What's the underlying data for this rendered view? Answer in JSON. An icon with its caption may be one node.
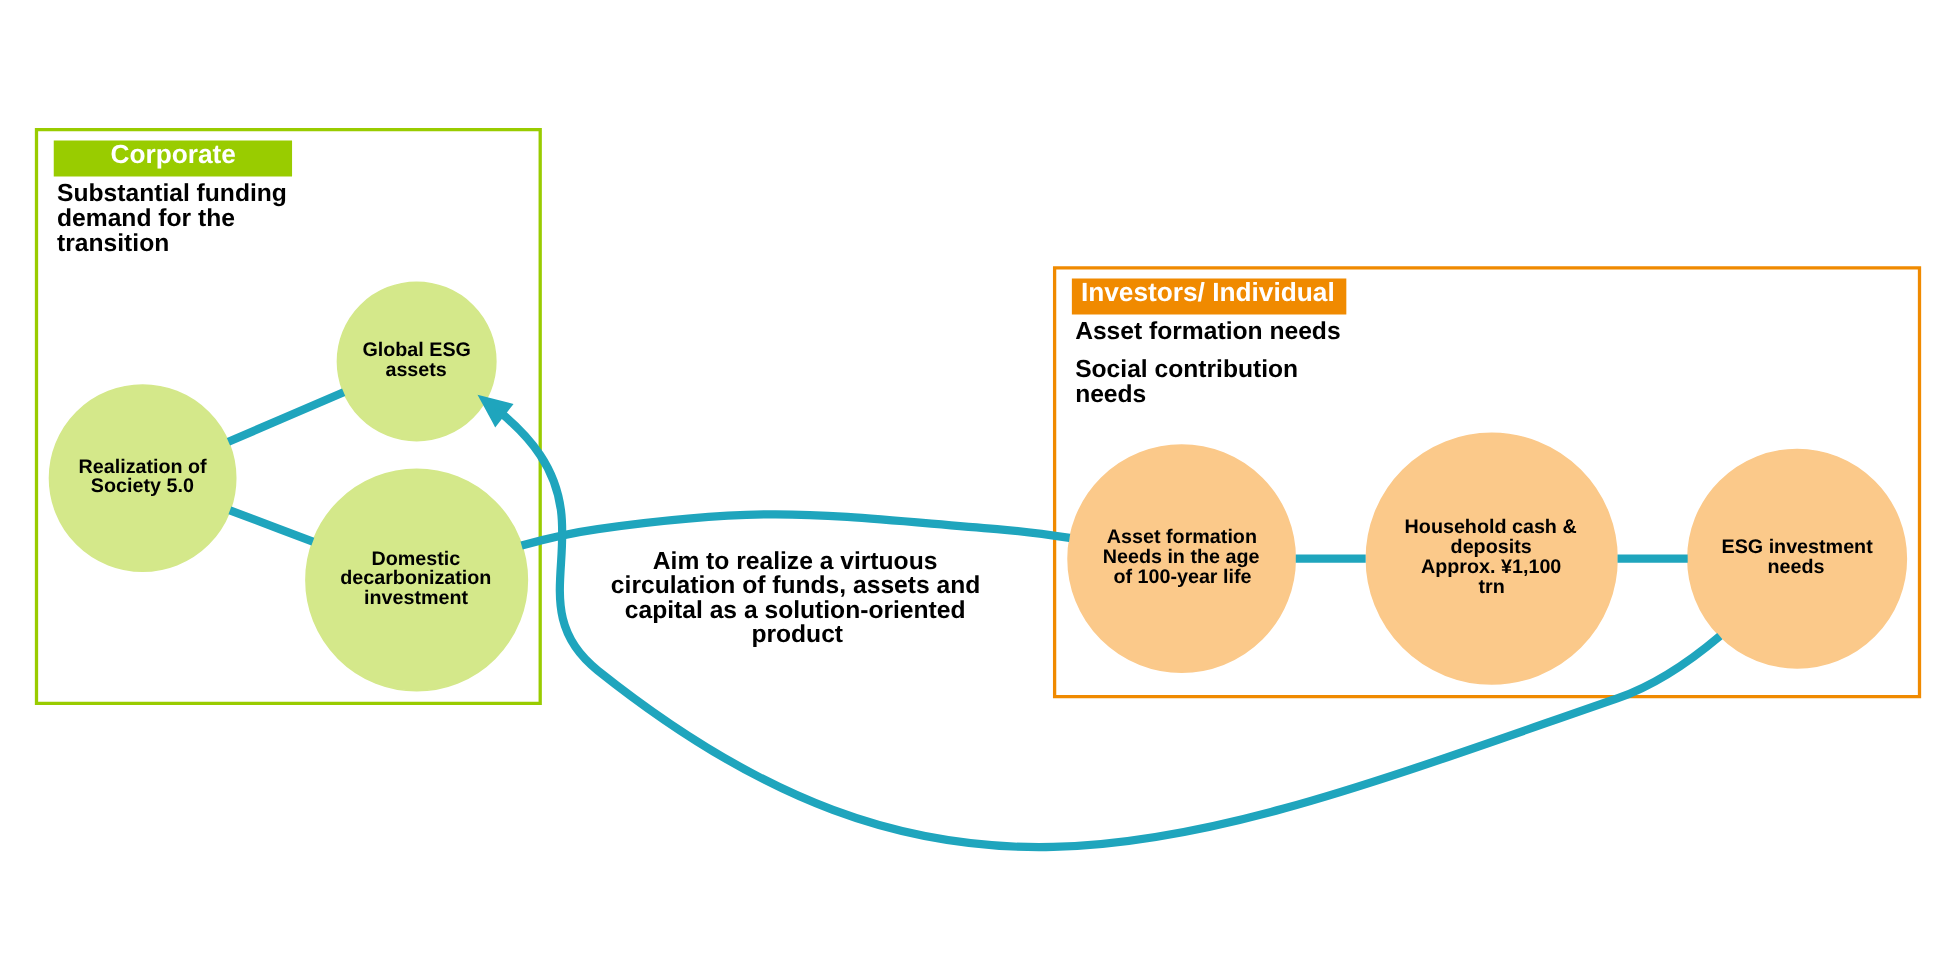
{
  "diagram": {
    "nodes": [
      {
        "text": [
          "Corporate",
          "Substantial funding demand for the transition"
        ]
      },
      {
        "text": [
          "Domestic decarbonization investment"
        ],
        "in": 0
      },
      {
        "text": [
          "Realization of Society 5.0"
        ],
        "in": 0
      },
      {
        "text": [
          "Global ESG assets"
        ],
        "in": 0
      },
      {
        "text": [
          "Investors/ Individual",
          "Asset formation needs",
          "Social contribution needs"
        ]
      },
      {
        "text": [
          "Asset formation Needs in the age of 100-year life"
        ],
        "in": 4
      },
      {
        "text": [
          "Household cash & deposits",
          "Approx. ¥1,100 trn"
        ],
        "in": 4
      },
      {
        "text": [
          "ESG investment needs"
        ],
        "in": 4
      }
    ],
    "edges": [
      {
        "from": 1,
        "to": 5,
        "arrow": "none"
      },
      {
        "from": 2,
        "to": 1,
        "arrow": "none"
      },
      {
        "from": 2,
        "to": 3,
        "arrow": "none"
      },
      {
        "from": 5,
        "to": 6,
        "arrow": "none"
      },
      {
        "from": 6,
        "to": 7,
        "arrow": "none"
      },
      {
        "from": 7,
        "to": 3,
        "arrow": "to"
      }
    ],
    "labels": [
      "Aim to realize a virtuous circulation of funds, assets and capital as a solution-oriented product"
    ]
  }
}
